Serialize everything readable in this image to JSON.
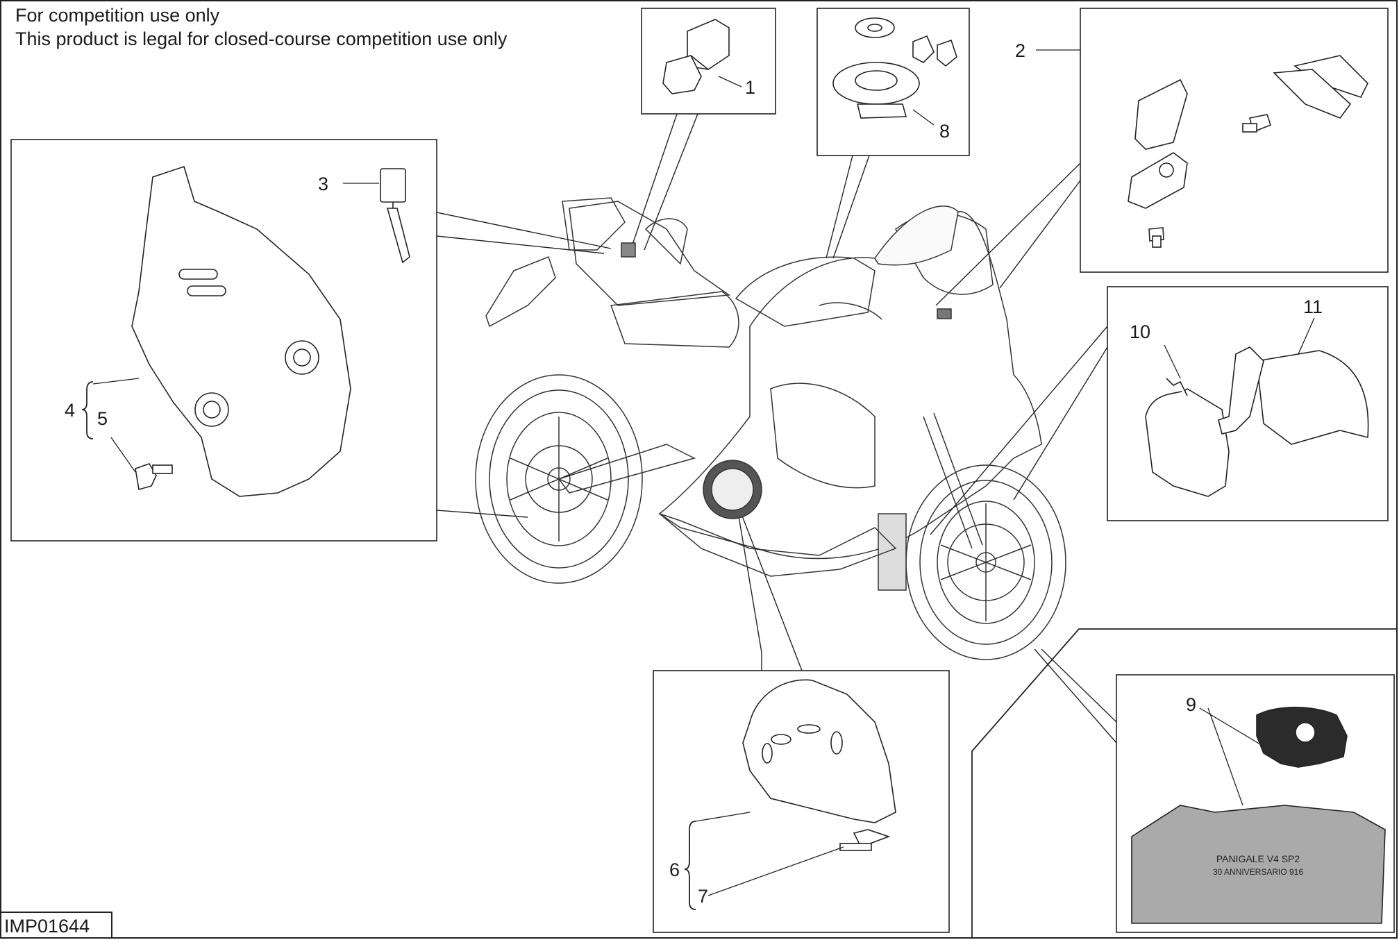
{
  "notices": [
    "For competition use only",
    "This product is legal for closed-course competition use only"
  ],
  "drawing_id": "IMP01644",
  "callouts": [
    "1",
    "2",
    "3",
    "4",
    "5",
    "6",
    "7",
    "8",
    "9",
    "10",
    "11"
  ],
  "decal_text": [
    "PANIGALE V4 SP2",
    "30 ANNIVERSARIO 916"
  ],
  "colors": {
    "line": "#222222",
    "fill_grey": "#aaaaaa",
    "fill_dark": "#2b2b2b",
    "background": "#ffffff"
  }
}
